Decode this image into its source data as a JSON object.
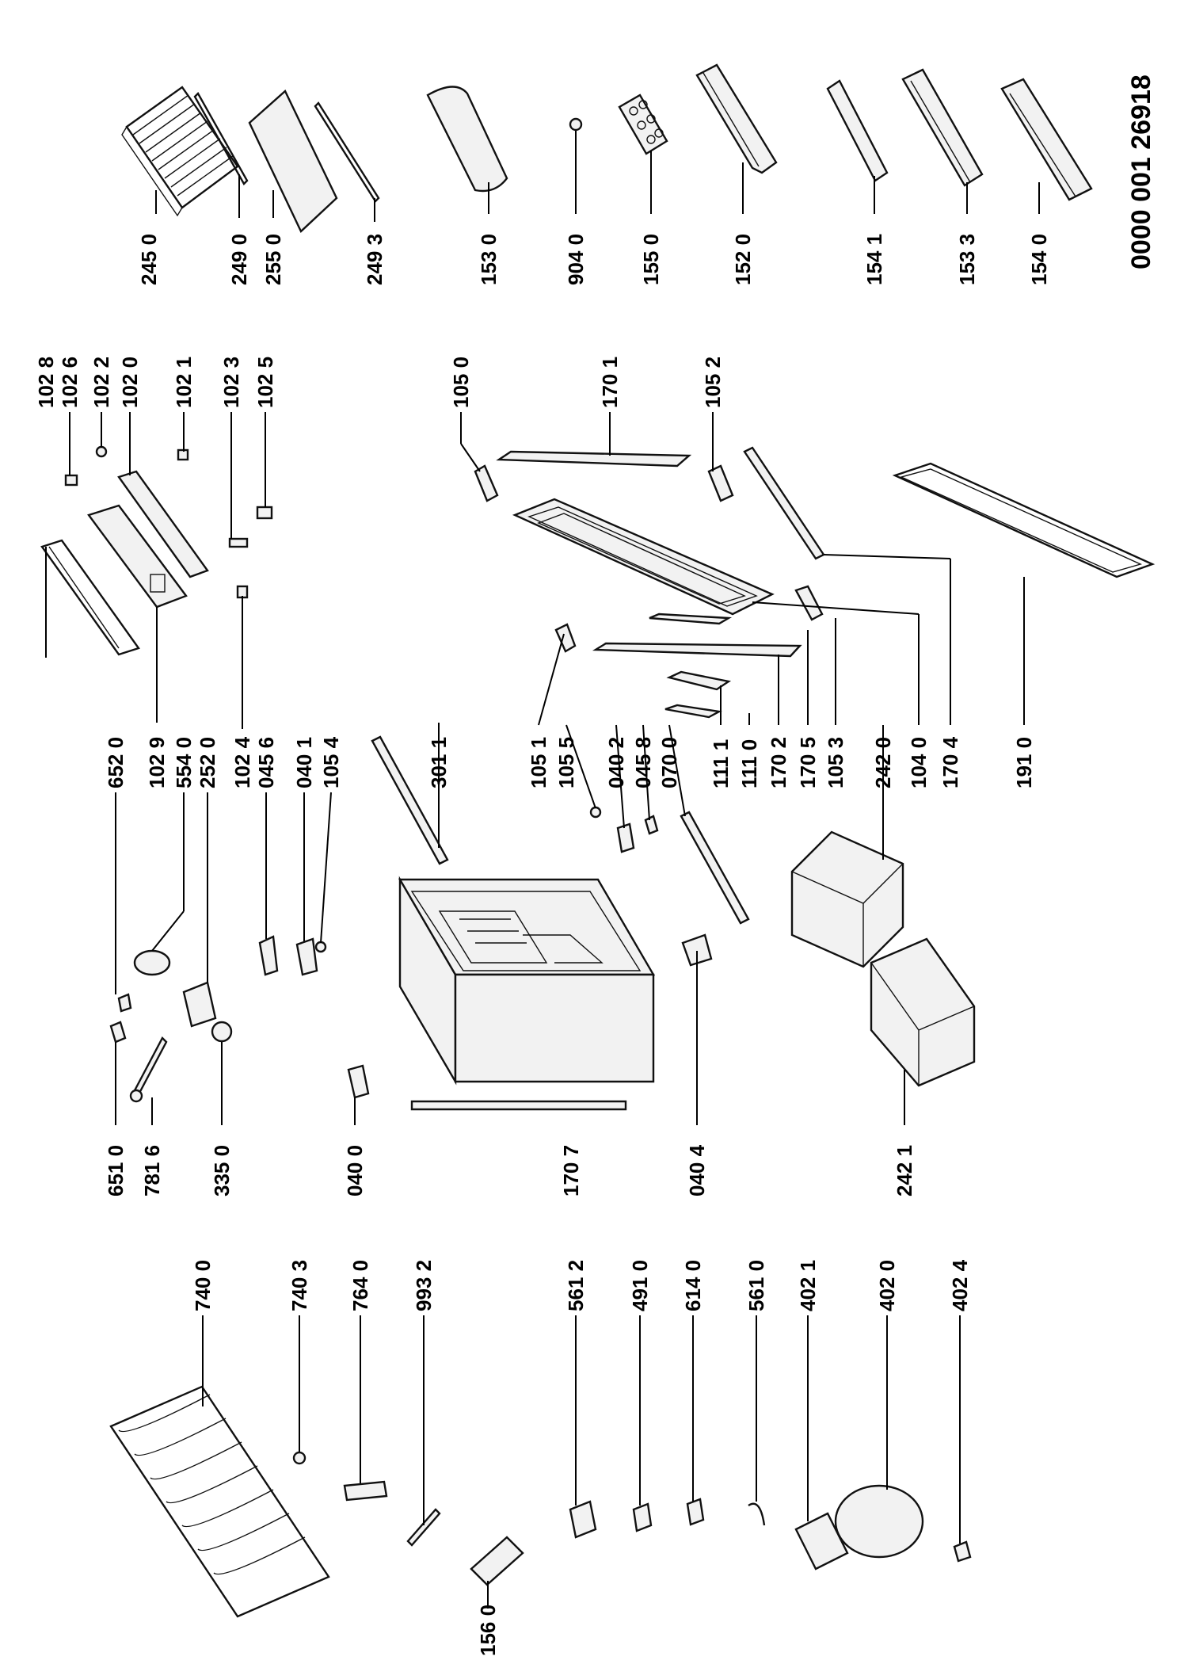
{
  "document_number": "0000 001 26918",
  "labels": [
    {
      "id": "245_0",
      "text": "245 0"
    },
    {
      "id": "249_0",
      "text": "249 0"
    },
    {
      "id": "255_0",
      "text": "255 0"
    },
    {
      "id": "249_3",
      "text": "249 3"
    },
    {
      "id": "153_0",
      "text": "153 0"
    },
    {
      "id": "904_0",
      "text": "904 0"
    },
    {
      "id": "155_0",
      "text": "155 0"
    },
    {
      "id": "152_0",
      "text": "152 0"
    },
    {
      "id": "154_1",
      "text": "154 1"
    },
    {
      "id": "153_3",
      "text": "153 3"
    },
    {
      "id": "154_0",
      "text": "154 0"
    },
    {
      "id": "102_8",
      "text": "102 8"
    },
    {
      "id": "102_6",
      "text": "102 6"
    },
    {
      "id": "102_2",
      "text": "102 2"
    },
    {
      "id": "102_0",
      "text": "102 0"
    },
    {
      "id": "102_1",
      "text": "102 1"
    },
    {
      "id": "102_3",
      "text": "102 3"
    },
    {
      "id": "102_5",
      "text": "102 5"
    },
    {
      "id": "105_0",
      "text": "105 0"
    },
    {
      "id": "170_1",
      "text": "170 1"
    },
    {
      "id": "105_2",
      "text": "105 2"
    },
    {
      "id": "652_0",
      "text": "652 0"
    },
    {
      "id": "102_9",
      "text": "102 9"
    },
    {
      "id": "554_0",
      "text": "554 0"
    },
    {
      "id": "252_0",
      "text": "252 0"
    },
    {
      "id": "102_4",
      "text": "102 4"
    },
    {
      "id": "045_6",
      "text": "045 6"
    },
    {
      "id": "040_1",
      "text": "040 1"
    },
    {
      "id": "105_4",
      "text": "105 4"
    },
    {
      "id": "301_1",
      "text": "301 1"
    },
    {
      "id": "105_1",
      "text": "105 1"
    },
    {
      "id": "105_5",
      "text": "105 5"
    },
    {
      "id": "040_2",
      "text": "040 2"
    },
    {
      "id": "045_8",
      "text": "045 8"
    },
    {
      "id": "070_0",
      "text": "070 0"
    },
    {
      "id": "111_1",
      "text": "111 1"
    },
    {
      "id": "111_0",
      "text": "111 0"
    },
    {
      "id": "170_2",
      "text": "170 2"
    },
    {
      "id": "170_5",
      "text": "170 5"
    },
    {
      "id": "105_3",
      "text": "105 3"
    },
    {
      "id": "242_0",
      "text": "242 0"
    },
    {
      "id": "104_0",
      "text": "104 0"
    },
    {
      "id": "170_4",
      "text": "170 4"
    },
    {
      "id": "191_0",
      "text": "191 0"
    },
    {
      "id": "651_0",
      "text": "651 0"
    },
    {
      "id": "781_6",
      "text": "781 6"
    },
    {
      "id": "335_0",
      "text": "335 0"
    },
    {
      "id": "040_0",
      "text": "040 0"
    },
    {
      "id": "170_7",
      "text": "170 7"
    },
    {
      "id": "040_4",
      "text": "040 4"
    },
    {
      "id": "242_1",
      "text": "242 1"
    },
    {
      "id": "740_0",
      "text": "740 0"
    },
    {
      "id": "740_3",
      "text": "740 3"
    },
    {
      "id": "764_0",
      "text": "764 0"
    },
    {
      "id": "993_2",
      "text": "993 2"
    },
    {
      "id": "561_2",
      "text": "561 2"
    },
    {
      "id": "491_0",
      "text": "491 0"
    },
    {
      "id": "614_0",
      "text": "614 0"
    },
    {
      "id": "561_0",
      "text": "561 0"
    },
    {
      "id": "402_1",
      "text": "402 1"
    },
    {
      "id": "402_0",
      "text": "402 0"
    },
    {
      "id": "402_4",
      "text": "402 4"
    },
    {
      "id": "156_0",
      "text": "156 0"
    }
  ]
}
